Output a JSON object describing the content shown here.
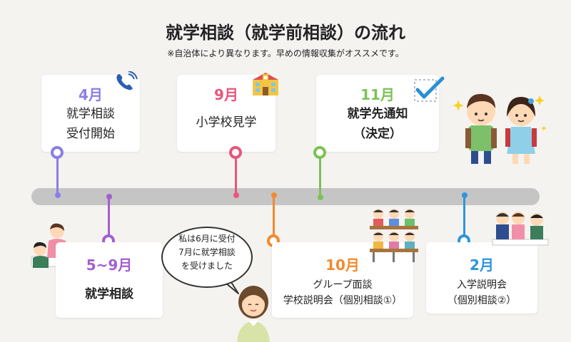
{
  "header": {
    "title": "就学相談（就学前相談）の流れ",
    "note": "※自治体により異なります。早めの情報収集がオススメです。"
  },
  "steps": [
    {
      "month": "4月",
      "lines": [
        "就学相談",
        "受付開始"
      ],
      "color": "#8a7ee8"
    },
    {
      "month": "5~9月",
      "lines": [
        "就学相談"
      ],
      "color": "#a35fd0"
    },
    {
      "month": "9月",
      "lines": [
        "小学校見学"
      ],
      "color": "#e8557c"
    },
    {
      "month": "10月",
      "lines": [
        "グループ面談",
        "学校説明会（個別相談①）"
      ],
      "color": "#f28a2e"
    },
    {
      "month": "11月",
      "lines": [
        "就学先通知",
        "（決定）"
      ],
      "color": "#7cc255"
    },
    {
      "month": "2月",
      "lines": [
        "入学説明会",
        "（個別相談②）"
      ],
      "color": "#2f95dc"
    }
  ],
  "speech": {
    "lines": [
      "私は6月に受付",
      "7月に就学相談",
      "を受けました"
    ]
  },
  "icons": [
    "telephone-icon",
    "school-building-icon",
    "checkmark-icon",
    "children-icon",
    "consultation-icon",
    "classroom-icon",
    "parent-meeting-icon",
    "mother-icon"
  ],
  "colors": {
    "bar": "#c5c5c5",
    "background": "#f5f3f0"
  }
}
